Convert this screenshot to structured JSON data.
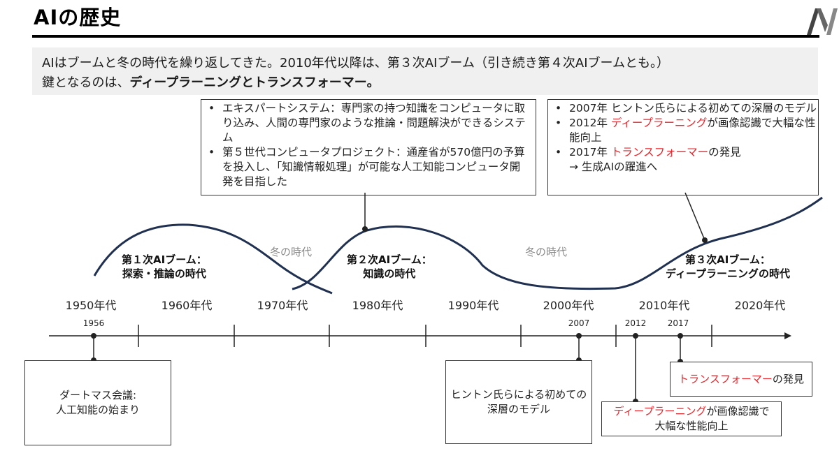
{
  "title": "AIの歴史",
  "subtitle": {
    "line1": "AIはブームと冬の時代を繰り返してきた。2010年代以降は、第３次AIブーム（引き続き第４次AIブームとも。）",
    "line2_prefix": "鍵となるのは、",
    "line2_bold1": "ディープラーニング",
    "line2_mid": "と",
    "line2_bold2": "トランスフォーマー",
    "line2_suffix": "。"
  },
  "second_boom_box": {
    "items": [
      "エキスパートシステム：専門家の持つ知識をコンピュータに取り込み、人間の専門家のような推論・問題解決ができるシステム",
      "第５世代コンピュータプロジェクト：通産省が570億円の予算を投入し、「知識情報処理」が可能な人工知能コンピュータ開発を目指した"
    ]
  },
  "third_boom_box": {
    "item1": "2007年 ヒントン氏らによる初めての深層のモデル",
    "item2_prefix": "2012年 ",
    "item2_red": "ディープラーニング",
    "item2_suffix": "が画像認識で大幅な性能向上",
    "item3_prefix": "2017年 ",
    "item3_red": "トランスフォーマー",
    "item3_suffix": "の発見",
    "item3_line2": "→ 生成AIの躍進へ"
  },
  "eras": {
    "first": {
      "line1": "第１次AIブーム：",
      "line2": "探索・推論の時代"
    },
    "second": {
      "line1": "第２次AIブーム：",
      "line2": "知識の時代"
    },
    "third": {
      "line1": "第３次AIブーム：",
      "line2": "ディープラーニングの時代"
    }
  },
  "winters": [
    "冬の時代",
    "冬の時代"
  ],
  "decades": [
    "1950年代",
    "1960年代",
    "1970年代",
    "1980年代",
    "1990年代",
    "2000年代",
    "2010年代",
    "2020年代"
  ],
  "years": [
    "1956",
    "2007",
    "2012",
    "2017"
  ],
  "events": {
    "dartmouth": {
      "line1": "ダートマス会議:",
      "line2": "人工知能の始まり"
    },
    "hinton": {
      "line1": "ヒントン氏らによる初めての",
      "line2": "深層のモデル"
    },
    "transformer": {
      "red": "トランスフォーマー",
      "suffix": "の発見"
    },
    "deeplearning": {
      "red": "ディープラーニング",
      "suffix": "が画像認識で",
      "line2": "大幅な性能向上"
    }
  },
  "colors": {
    "curve": "#1f3050",
    "accent_red": "#e8262b",
    "subtitle_bg": "#f0f0f0"
  }
}
